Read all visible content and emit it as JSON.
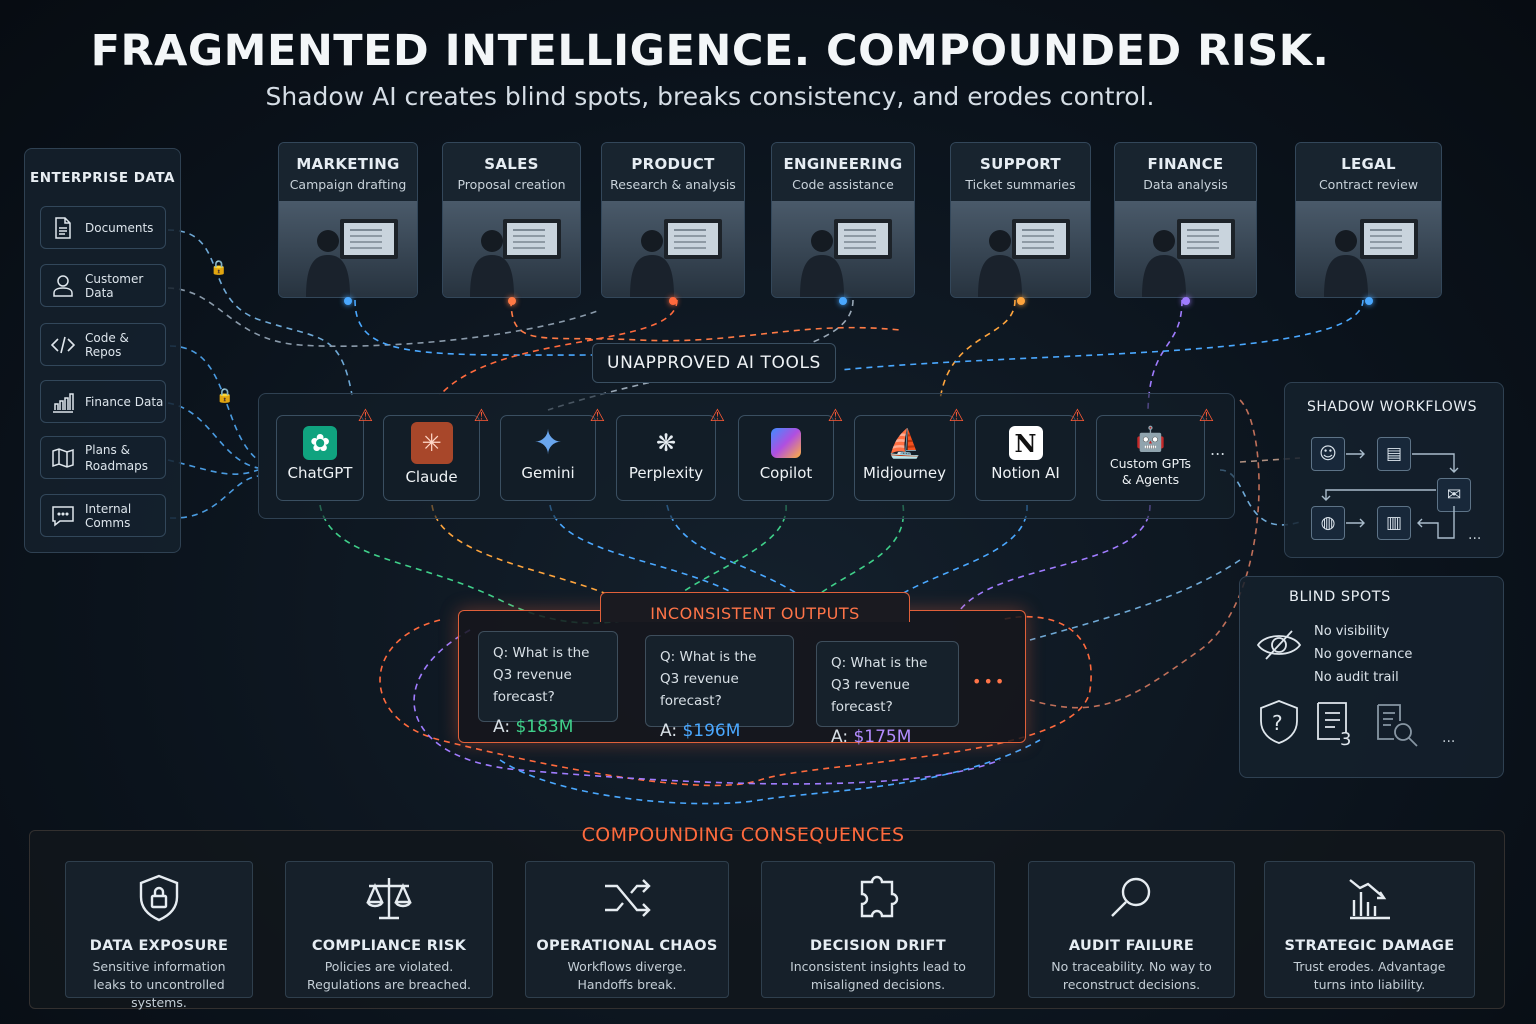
{
  "header": {
    "title": "FRAGMENTED INTELLIGENCE. COMPOUNDED RISK.",
    "subtitle": "Shadow AI creates blind spots, breaks consistency, and erodes control."
  },
  "enterprise_data": {
    "title": "ENTERPRISE DATA",
    "items": [
      {
        "label": "Documents",
        "icon": "document-icon"
      },
      {
        "label": "Customer Data",
        "icon": "user-icon"
      },
      {
        "label": "Code & Repos",
        "icon": "code-icon"
      },
      {
        "label": "Finance Data",
        "icon": "bar-chart-icon"
      },
      {
        "label": "Plans & Roadmaps",
        "icon": "map-icon"
      },
      {
        "label": "Internal Comms",
        "icon": "chat-icon"
      }
    ]
  },
  "departments": [
    {
      "name": "MARKETING",
      "task": "Campaign drafting",
      "color": "#4aa8ff"
    },
    {
      "name": "SALES",
      "task": "Proposal creation",
      "color": "#ff7a45"
    },
    {
      "name": "PRODUCT",
      "task": "Research & analysis",
      "color": "#ff6a3d"
    },
    {
      "name": "ENGINEERING",
      "task": "Code assistance",
      "color": "#4aa8ff"
    },
    {
      "name": "SUPPORT",
      "task": "Ticket summaries",
      "color": "#ffa53d"
    },
    {
      "name": "FINANCE",
      "task": "Data analysis",
      "color": "#a07cff"
    },
    {
      "name": "LEGAL",
      "task": "Contract review",
      "color": "#4aa8ff"
    }
  ],
  "tools": {
    "title": "UNAPPROVED AI TOOLS",
    "more": "...",
    "items": [
      {
        "label": "ChatGPT",
        "icon": "openai-icon",
        "color": "#10a37f"
      },
      {
        "label": "Claude",
        "icon": "claude-icon",
        "color": "#c4552f"
      },
      {
        "label": "Gemini",
        "icon": "gemini-icon",
        "color": "#5a9be8"
      },
      {
        "label": "Perplexity",
        "icon": "perplexity-icon",
        "color": "#dfe6ec"
      },
      {
        "label": "Copilot",
        "icon": "copilot-icon",
        "color": "#3f8cff"
      },
      {
        "label": "Midjourney",
        "icon": "sailboat-icon",
        "color": "#dfe6ec"
      },
      {
        "label": "Notion AI",
        "icon": "notion-icon",
        "color": "#ffffff"
      },
      {
        "label": "Custom GPTs & Agents",
        "icon": "robot-icon",
        "color": "#dfe6ec"
      }
    ]
  },
  "shadow_workflows": {
    "title": "SHADOW WORKFLOWS",
    "more": "..."
  },
  "blind_spots": {
    "title": "BLIND SPOTS",
    "items": [
      "No visibility",
      "No governance",
      "No audit trail"
    ],
    "more": "..."
  },
  "outputs": {
    "title": "INCONSISTENT OUTPUTS",
    "more": "•••",
    "cards": [
      {
        "q_label": "Q:",
        "question": "What is the Q3 revenue forecast?",
        "a_label": "A:",
        "answer": "$183M",
        "color": "#3fd08a"
      },
      {
        "q_label": "Q:",
        "question": "What is the Q3 revenue forecast?",
        "a_label": "A:",
        "answer": "$196M",
        "color": "#4aa8ff"
      },
      {
        "q_label": "Q:",
        "question": "What is the Q3 revenue forecast?",
        "a_label": "A:",
        "answer": "$175M",
        "color": "#b48cff"
      }
    ]
  },
  "consequences": {
    "title": "COMPOUNDING CONSEQUENCES",
    "items": [
      {
        "title": "DATA EXPOSURE",
        "desc": "Sensitive information leaks to uncontrolled systems.",
        "icon": "shield-lock-icon"
      },
      {
        "title": "COMPLIANCE RISK",
        "desc": "Policies are violated. Regulations are breached.",
        "icon": "scales-icon"
      },
      {
        "title": "OPERATIONAL CHAOS",
        "desc": "Workflows diverge. Handoffs break.",
        "icon": "shuffle-icon"
      },
      {
        "title": "DECISION DRIFT",
        "desc": "Inconsistent insights lead to misaligned decisions.",
        "icon": "puzzle-icon"
      },
      {
        "title": "AUDIT FAILURE",
        "desc": "No traceability. No way to reconstruct decisions.",
        "icon": "magnifier-icon"
      },
      {
        "title": "STRATEGIC DAMAGE",
        "desc": "Trust erodes. Advantage turns into liability.",
        "icon": "declining-chart-icon"
      }
    ]
  },
  "colors": {
    "accent": "#f26b3a",
    "panel_border": "#2f4152",
    "background": "#0d1620"
  }
}
